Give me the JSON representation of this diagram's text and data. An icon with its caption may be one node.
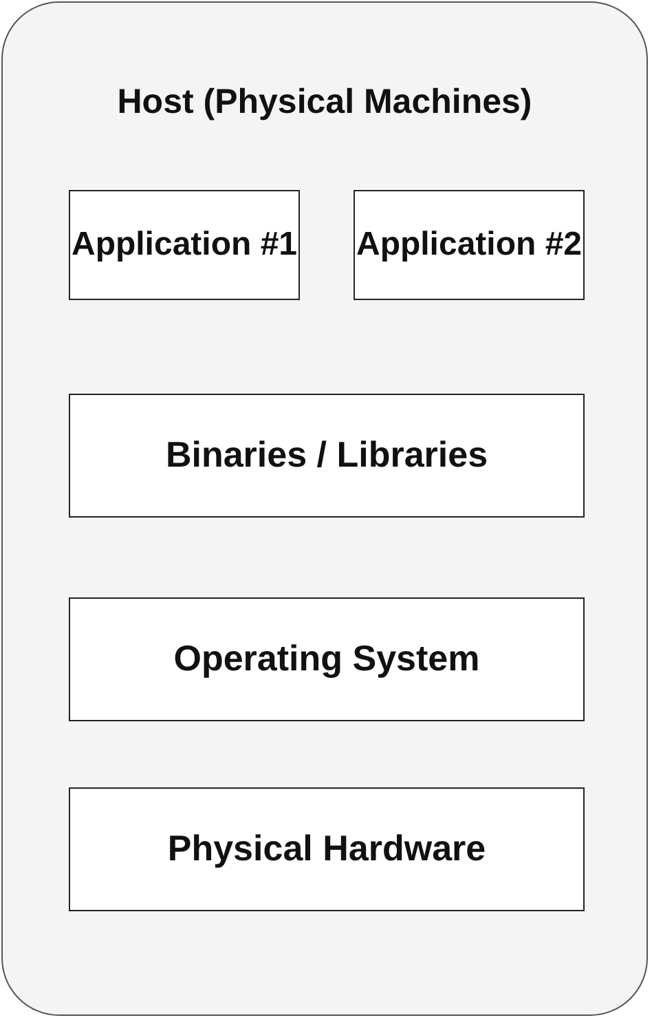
{
  "diagram": {
    "nodes": [
      {
        "text": [
          "Host (Physical Machines)"
        ]
      },
      {
        "text": [
          "Application #1"
        ],
        "in": 0
      },
      {
        "text": [
          "Application #2"
        ],
        "in": 0
      },
      {
        "text": [
          "Binaries / Libraries"
        ],
        "in": 0
      },
      {
        "text": [
          "Operating System"
        ],
        "in": 0
      },
      {
        "text": [
          "Physical Hardware"
        ],
        "in": 0
      }
    ],
    "edges": []
  }
}
